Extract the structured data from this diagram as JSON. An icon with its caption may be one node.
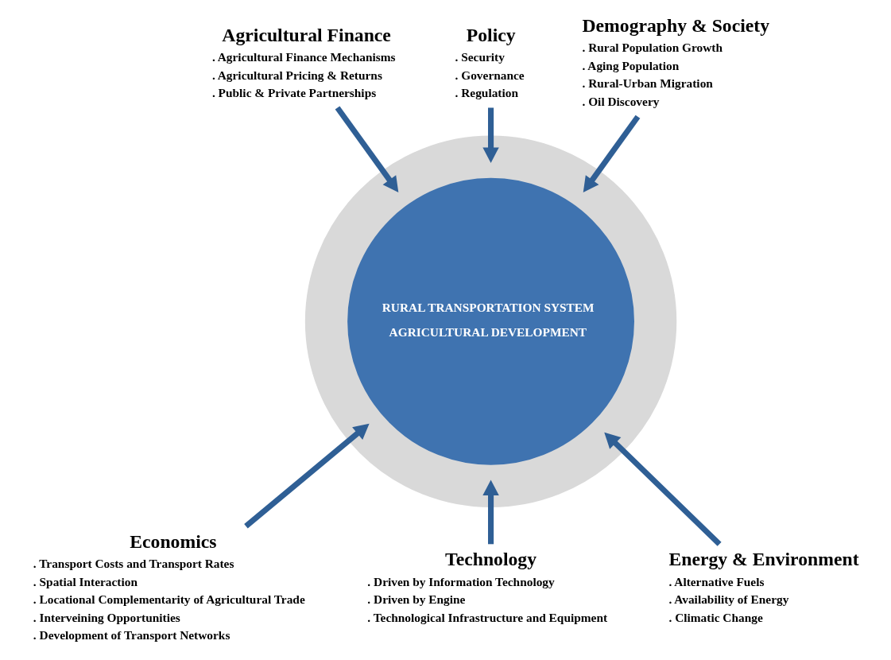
{
  "diagram": {
    "nodes": [
      {
        "text": [
          "RURAL TRANSPORTATION SYSTEM",
          "AGRICULTURAL DEVELOPMENT"
        ]
      },
      {
        "text": [
          "Policy",
          ". Security",
          ". Governance",
          ". Regulation"
        ]
      },
      {
        "text": [
          "Agricultural Finance",
          ". Agricultural Finance Mechanisms",
          ". Agricultural Pricing & Returns",
          ". Public & Private Partnerships"
        ]
      },
      {
        "text": [
          "Demography & Society",
          ". Rural Population Growth",
          ". Aging Population",
          ". Rural-Urban Migration",
          ". Oil Discovery"
        ]
      },
      {
        "text": [
          "Economics",
          ". Transport Costs and Transport Rates",
          ". Spatial Interaction",
          ". Locational Complementarity of Agricultural Trade",
          ". Interveining Opportunities",
          ". Development of Transport Networks"
        ]
      },
      {
        "text": [
          "Energy & Environment",
          ". Alternative Fuels",
          ". Availability of Energy",
          ". Climatic Change"
        ]
      },
      {
        "text": [
          "Technology",
          ". Driven by Information Technology",
          ". Driven by Engine",
          ". Technological Infrastructure and Equipment"
        ]
      }
    ],
    "edges": [
      {
        "from": 1,
        "to": 0,
        "arrow": "to"
      },
      {
        "from": 2,
        "to": 0,
        "arrow": "to"
      },
      {
        "from": 3,
        "to": 0,
        "arrow": "to"
      },
      {
        "from": 4,
        "to": 0,
        "arrow": "to"
      },
      {
        "from": 5,
        "to": 0,
        "arrow": "to"
      },
      {
        "from": 6,
        "to": 0,
        "arrow": "to"
      }
    ]
  }
}
